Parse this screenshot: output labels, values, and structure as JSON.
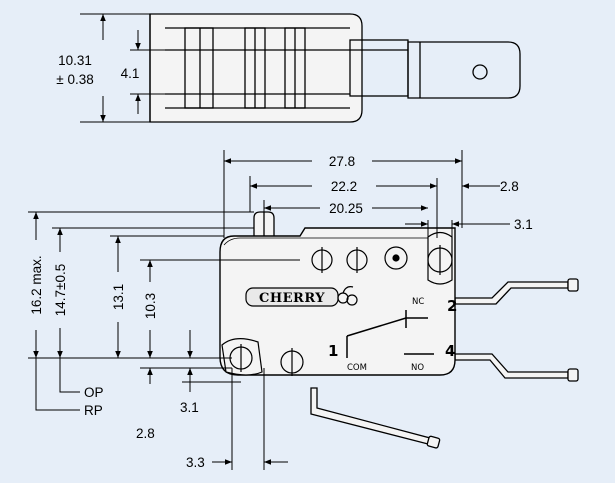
{
  "top_view": {
    "dim_height": "10.31",
    "dim_tolerance": "± 0.38",
    "dim_inner": "4.1"
  },
  "front_view": {
    "dim_overall_width": "27.8",
    "dim_hole_span": "22.2",
    "dim_plunger_to_hole": "20.25",
    "dim_right_offset": "2.8",
    "dim_hole_offset": "3.1",
    "dim_max_height": "16.2 max.",
    "dim_op_height": "14.7±0.5",
    "dim_body_height": "13.1",
    "dim_hole_height": "10.3",
    "dim_bottom_hole": "3.1",
    "dim_bottom_offset": "2.8",
    "dim_left_hole": "3.3",
    "label_op": "OP",
    "label_rp": "RP",
    "brand": "CHERRY",
    "terminal_nc_label": "NC",
    "terminal_nc_num": "2",
    "terminal_com_num": "1",
    "terminal_com_label": "COM",
    "terminal_no_num": "4",
    "terminal_no_label": "NO"
  },
  "colors": {
    "background": "#e6eef8",
    "line": "#000000",
    "body_fill": "#f4f4f4"
  }
}
